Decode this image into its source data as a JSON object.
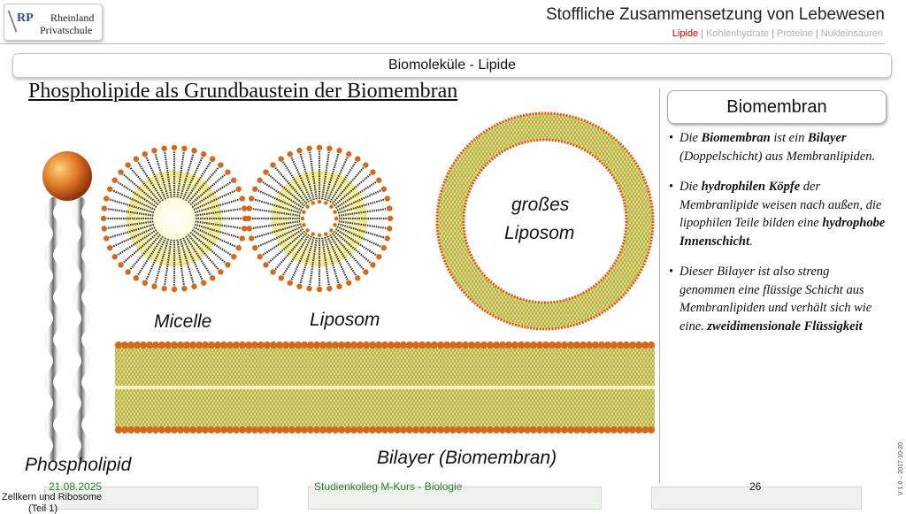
{
  "logo": {
    "rp": "RP",
    "line1": "Rheinland",
    "line2": "Privatschule"
  },
  "header": {
    "title": "Stoffliche Zusammensetzung von Lebewesen",
    "nav": [
      "Lipide",
      "Kohlenhydrate",
      "Proteine",
      "Nukleinsäuren"
    ],
    "nav_active": "Lipide"
  },
  "subtitle": "Biomoleküle - Lipide",
  "main_title": "Phospholipide als Grundbaustein der Biomembran",
  "figure": {
    "micelle": "Micelle",
    "liposome": "Liposom",
    "large_liposome_1": "großes",
    "large_liposome_2": "Liposom",
    "phospholipid": "Phospholipid",
    "bilayer": "Bilayer (Biomembran)"
  },
  "sidebar": {
    "box_title": "Biomembran",
    "bullets": [
      [
        {
          "t": "Die ",
          "b": false
        },
        {
          "t": "Biomembran",
          "b": true
        },
        {
          "t": " ist ein ",
          "b": false
        },
        {
          "t": "Bilayer",
          "b": true
        },
        {
          "t": " (Doppelschicht) aus Membranlipiden.",
          "b": false
        }
      ],
      [
        {
          "t": "Die ",
          "b": false
        },
        {
          "t": "hydrophilen Köpfe",
          "b": true
        },
        {
          "t": " der Membranlipide weisen nach außen, die lipophilen Teile bilden eine ",
          "b": false
        },
        {
          "t": "hydrophobe Innenschicht",
          "b": true
        },
        {
          "t": ".",
          "b": false
        }
      ],
      [
        {
          "t": "Dieser Bilayer ist also streng genommen eine flüssige Schicht aus Membranlipiden und verhält sich wie eine. ",
          "b": false
        },
        {
          "t": "zweidimensionale Flüssigkeit",
          "b": true
        }
      ]
    ]
  },
  "footer": {
    "left_text": "Zellkern und Ribosome",
    "left_sub": "(Teil 1)",
    "date": "21.08.2025",
    "center": "Studienkolleg M-Kurs - Biologie",
    "page": "26"
  },
  "version": "V 1.0 – 2017-10-20",
  "colors": {
    "accent": "#c00000",
    "head": "#d2691e",
    "tail": "#b8b04a",
    "footer_green": "#2e7d32"
  }
}
